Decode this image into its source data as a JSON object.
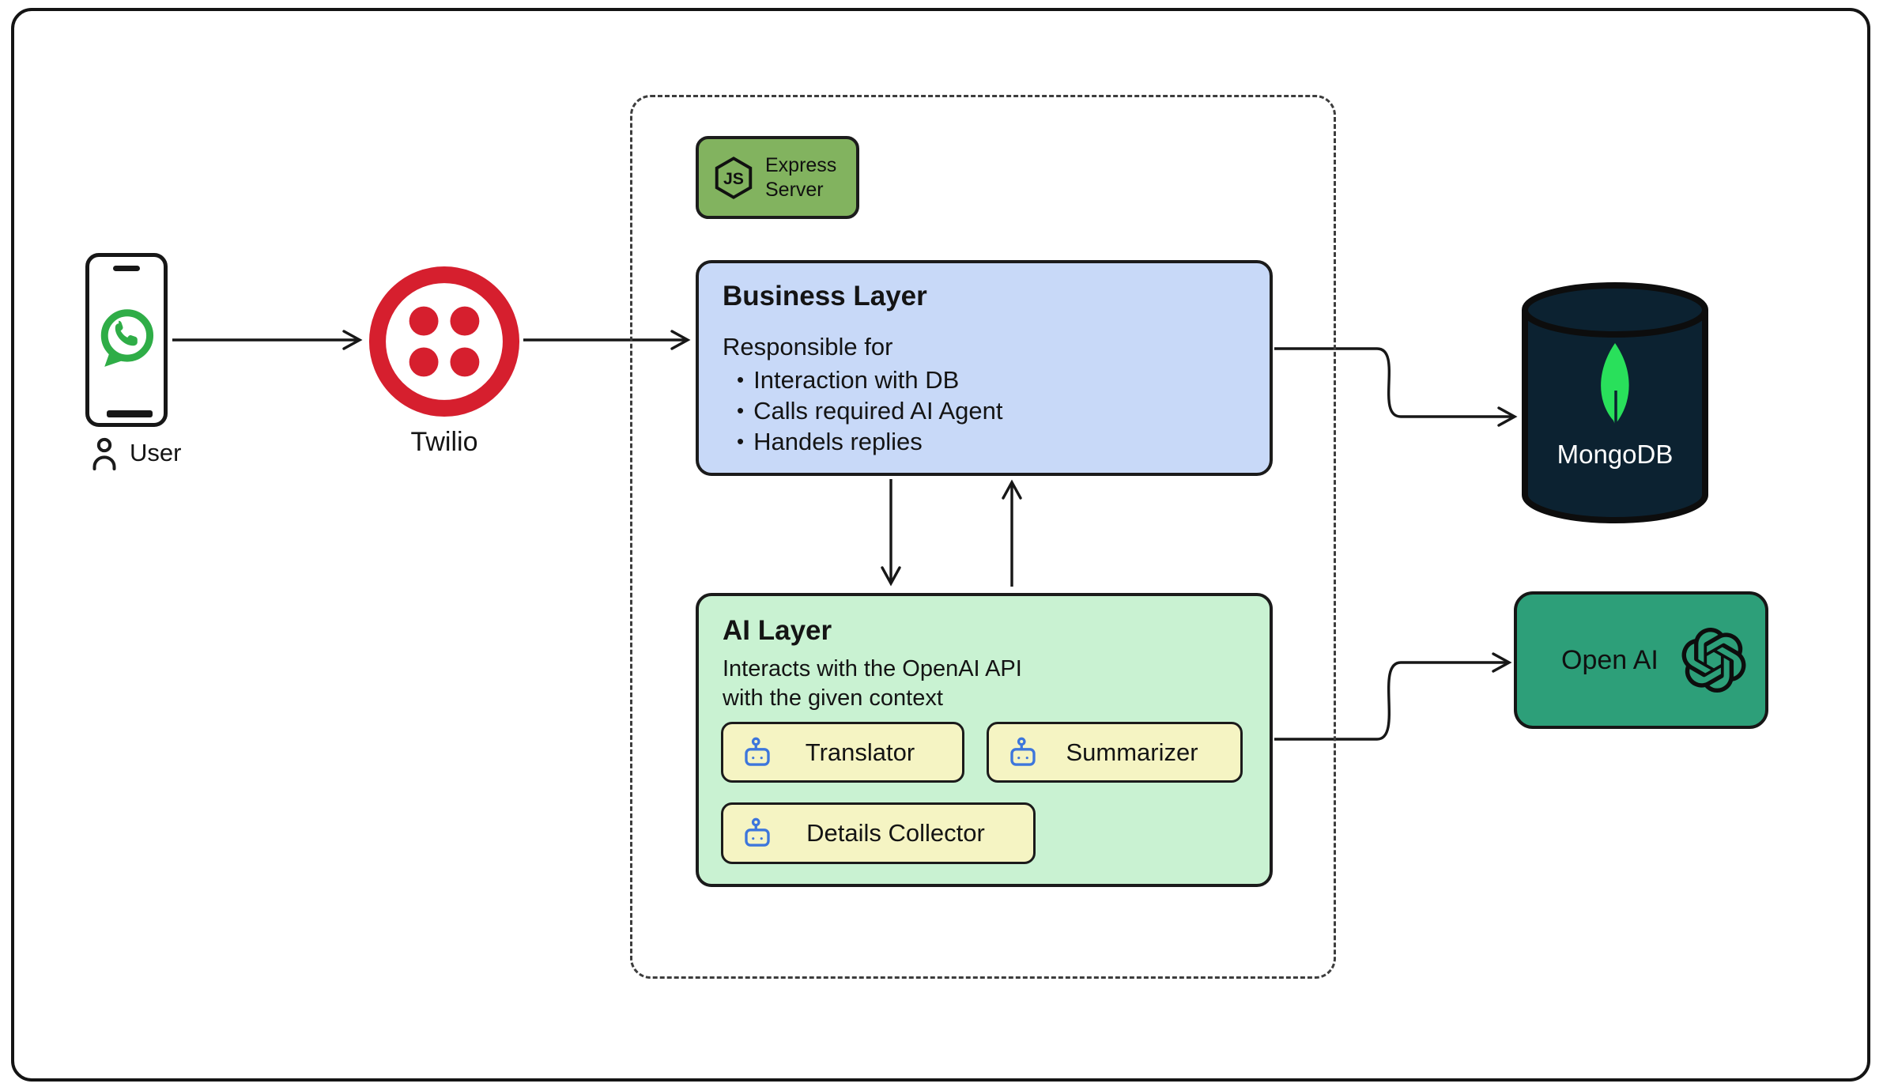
{
  "diagram": {
    "user": {
      "label": "User"
    },
    "twilio": {
      "label": "Twilio"
    },
    "express": {
      "label": "Express\nServer"
    },
    "business_layer": {
      "title": "Business Layer",
      "intro": "Responsible for",
      "bullets": [
        "Interaction with DB",
        "Calls required AI Agent",
        "Handels replies"
      ],
      "bullet_char": "•"
    },
    "ai_layer": {
      "title": "AI Layer",
      "description_line1": "Interacts with the OpenAI API",
      "description_line2": "with the given context",
      "agents": [
        "Translator",
        "Summarizer",
        "Details Collector"
      ]
    },
    "mongodb": {
      "label": "MongoDB"
    },
    "openai": {
      "label": "Open AI"
    }
  },
  "icons": {
    "whatsapp-icon": {
      "shape": "speech-bubble ring with phone handset",
      "color": "#2fad47"
    },
    "person-icon": {
      "shape": "head and shoulders outline",
      "color": "#1b1b1b"
    },
    "twilio-icon": {
      "shape": "red ring with four dots",
      "color": "#d61f2e"
    },
    "nodejs-icon": {
      "shape": "hexagon outline with JS letters",
      "color": "#111111",
      "text": "JS"
    },
    "robot-icon": {
      "shape": "robot head with antenna",
      "color": "#3d76dc"
    },
    "mongodb-leaf-icon": {
      "shape": "leaf",
      "color": "#29e05b"
    },
    "openai-icon": {
      "shape": "hexagonal knot flower",
      "color": "#0d0d0d"
    }
  },
  "colors": {
    "business_fill": "#c8d9f8",
    "ai_fill": "#c9f2d2",
    "agent_chip_fill": "#f5f4c3",
    "express_fill": "#82b35f",
    "twilio_red": "#d61f2e",
    "mongodb_navy": "#0c2231",
    "openai_teal": "#2d9f79",
    "stroke": "#171717"
  }
}
